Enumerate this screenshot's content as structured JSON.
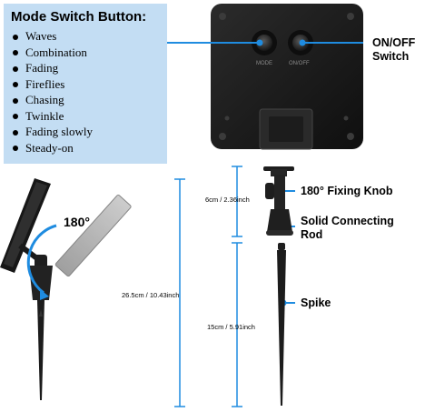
{
  "mode_switch": {
    "title": "Mode Switch Button:",
    "modes": [
      "Waves",
      "Combination",
      "Fading",
      "Fireflies",
      "Chasing",
      "Twinkle",
      "Fading slowly",
      "Steady-on"
    ]
  },
  "panel": {
    "mode_button_caption": "MODE",
    "onoff_button_caption": "ON/OFF"
  },
  "callouts": {
    "onoff_line1": "ON/OFF",
    "onoff_line2": "Switch",
    "fixing_knob": "180° Fixing Knob",
    "rod_line1": "Solid Connecting",
    "rod_line2": "Rod",
    "spike": "Spike"
  },
  "dimensions": {
    "total_height": "26.5cm / 10.43inch",
    "head_height": "6cm / 2.36inch",
    "spike_length": "15cm / 5.91inch"
  },
  "rotation_angle": "180°",
  "colors": {
    "accent": "#1f8ce0",
    "panel_blue": "#c3ddf3",
    "device_dark": "#1e1e1e"
  }
}
